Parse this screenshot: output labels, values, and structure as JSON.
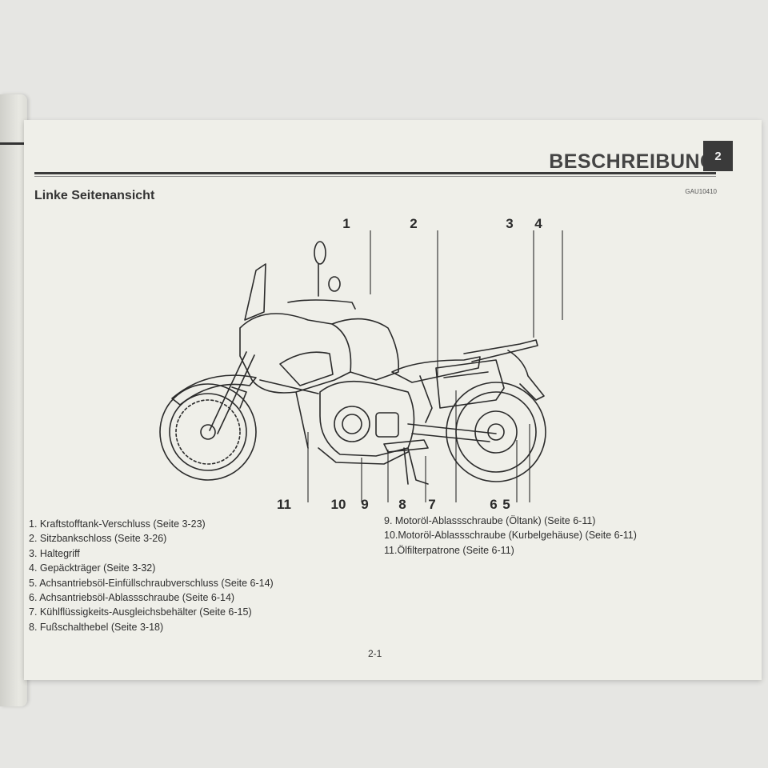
{
  "header": {
    "title": "BESCHREIBUNG",
    "section_title": "Linke Seitenansicht",
    "doc_code": "GAU10410",
    "chapter_tab": "2"
  },
  "callouts": [
    "1",
    "2",
    "3",
    "4",
    "11",
    "10",
    "9",
    "8",
    "7",
    "6",
    "5"
  ],
  "legend_left": [
    "1. Kraftstofftank-Verschluss (Seite 3-23)",
    "2. Sitzbankschloss (Seite 3-26)",
    "3. Haltegriff",
    "4. Gepäckträger (Seite 3-32)",
    "5. Achsantriebsöl-Einfüllschraubverschluss (Seite 6-14)",
    "6. Achsantriebsöl-Ablassschraube (Seite 6-14)",
    "7. Kühlflüssigkeits-Ausgleichsbehälter (Seite 6-15)",
    "8. Fußschalthebel (Seite 3-18)"
  ],
  "legend_right": [
    "9. Motoröl-Ablassschraube (Öltank) (Seite 6-11)",
    "10.Motoröl-Ablassschraube (Kurbelgehäuse) (Seite 6-11)",
    "11.Ölfilterpatrone (Seite 6-11)"
  ],
  "page_number": "2-1"
}
